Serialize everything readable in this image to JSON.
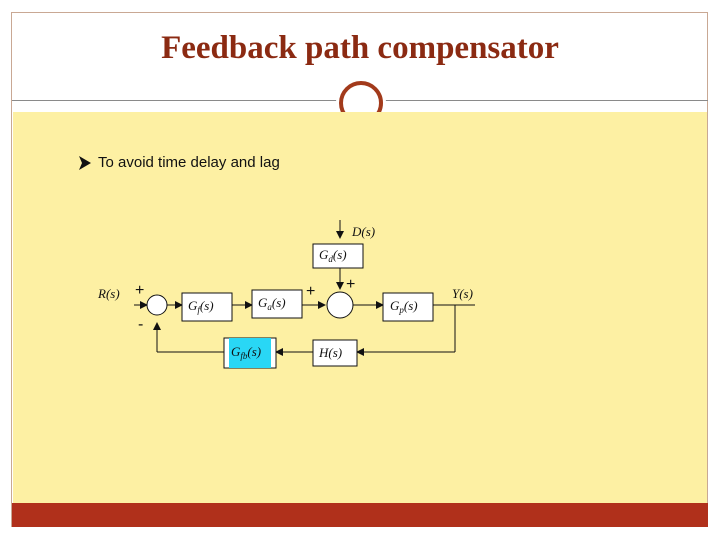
{
  "slide": {
    "title": "Feedback path compensator",
    "bullet": "To avoid time delay and lag"
  },
  "diagram": {
    "input_label": "R(s)",
    "output_label": "Y(s)",
    "disturbance_label": "D(s)",
    "blocks": {
      "gf": {
        "main": "G",
        "sub": "f",
        "arg": "(s)"
      },
      "ga": {
        "main": "G",
        "sub": "a",
        "arg": "(s)"
      },
      "gp": {
        "main": "G",
        "sub": "p",
        "arg": "(s)"
      },
      "gd": {
        "main": "G",
        "sub": "d",
        "arg": "(s)"
      },
      "gfb": {
        "main": "G",
        "sub": "fb",
        "arg": "(s)"
      },
      "h": {
        "main": "H",
        "sub": "",
        "arg": "(s)"
      }
    },
    "signs": {
      "sum1_input": "+",
      "sum1_feedback": "-",
      "sum2_main": "+",
      "sum2_disturbance": "+"
    }
  },
  "colors": {
    "title": "#8b2a12",
    "content_bg": "#fdf0a3",
    "footer": "#b0301b",
    "highlight": "#29d7f5"
  }
}
